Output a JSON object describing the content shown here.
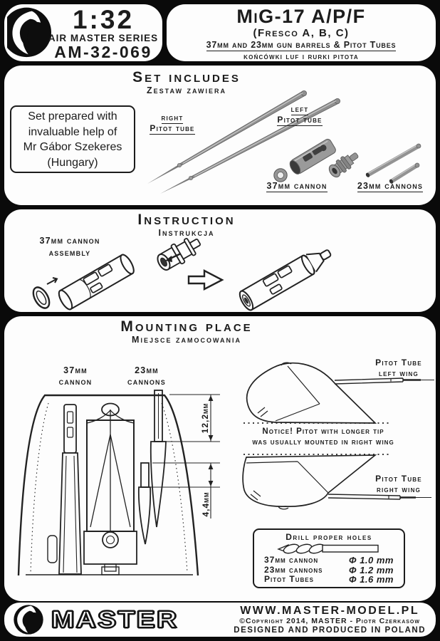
{
  "header": {
    "scale": "1:32",
    "series": "AIR MASTER SERIES",
    "product_code": "AM-32-069",
    "logo_icon": "master-swirl-logo",
    "title": "MiG-17 A/P/F",
    "subtitle": "(Fresco A, B, C)",
    "description": "37mm and 23mm gun barrels & Pitot Tubes",
    "description_pl": "końcówki luf i rurki pitota"
  },
  "set_includes": {
    "title": "Set includes",
    "title_pl": "Zestaw zawiera",
    "credit_lines": [
      "Set prepared with",
      "invaluable help of",
      "Mr Gábor Szekeres",
      "(Hungary)"
    ],
    "labels": {
      "right_pitot_1": "right",
      "right_pitot_2": "Pitot tube",
      "left_pitot_1": "left",
      "left_pitot_2": "Pitot tube",
      "cannon_37": "37mm cannon",
      "cannon_23": "23mm cannons"
    }
  },
  "instruction": {
    "title": "Instruction",
    "title_pl": "Instrukcja",
    "assembly_label_1": "37mm cannon",
    "assembly_label_2": "assembly"
  },
  "mounting": {
    "title": "Mounting place",
    "title_pl": "Miejsce zamocowania",
    "cannon37_line1": "37mm",
    "cannon37_line2": "cannon",
    "cannon23_line1": "23mm",
    "cannon23_line2": "cannons",
    "dimension_upper": "12,2mm",
    "dimension_lower": "4,4mm",
    "pitot_left_line1": "Pitot Tube",
    "pitot_left_line2": "left wing",
    "pitot_right_line1": "Pitot Tube",
    "pitot_right_line2": "right wing",
    "notice_line1": "Notice! Pitot with longer tip",
    "notice_line2": "was usually mounted in right wing",
    "drill": {
      "title": "Drill proper holes",
      "rows": [
        {
          "part": "37mm cannon",
          "diameter": "Φ 1.0 mm"
        },
        {
          "part": "23mm cannons",
          "diameter": "Φ 1.2 mm"
        },
        {
          "part": "Pitot Tubes",
          "diameter": "Φ 1.6 mm"
        }
      ]
    }
  },
  "footer": {
    "brand": "MASTER",
    "website": "WWW.MASTER-MODEL.PL",
    "copyright": "©Copyright 2014, MASTER - Piotr Czerkasow",
    "made_in": "DESIGNED AND PRODUCED IN POLAND"
  },
  "colors": {
    "background": "#0a0a0a",
    "panel": "#ffffff",
    "ink": "#1c1c1c",
    "metal": "#949494"
  }
}
